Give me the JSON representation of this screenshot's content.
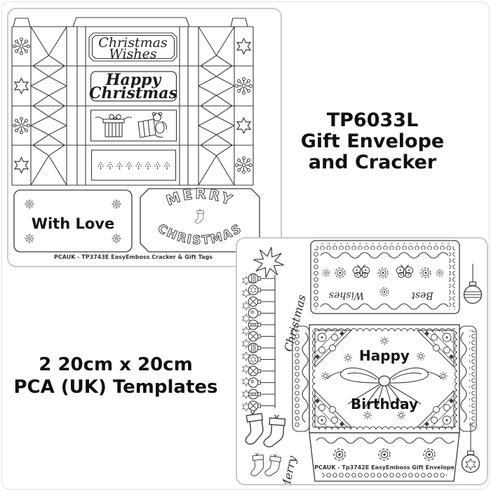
{
  "colors": {
    "background": "#ffffff",
    "line_art": "#3a3a3a",
    "card_border": "#c9c9c9",
    "text": "#101010"
  },
  "right_note": {
    "code": "TP6033L",
    "line1": "Gift Envelope",
    "line2": "and Cracker"
  },
  "left_note": {
    "line1": "2 20cm x 20cm",
    "line2": "PCA (UK) Templates"
  },
  "cracker": {
    "caption": "PCAUK - TP3743E EasyEmboss Cracker & Gift Tags",
    "panel_wishes": {
      "line1": "Christmas",
      "line2": "Wishes"
    },
    "panel_happy": {
      "line1": "Happy",
      "line2": "Christmas"
    },
    "panel_gifts_icon": "gift-boxes-and-teddy",
    "panel_trees_icon": "dotted-trees-row",
    "tag_with_love": {
      "text": "With Love"
    },
    "tag_merry_christmas": {
      "line1": "MERRY",
      "line2": "CHRISTMAS",
      "center_icon": "stocking"
    },
    "left_decorations": [
      "snowflake",
      "star",
      "snowflake",
      "star"
    ],
    "right_decorations": [
      "star",
      "snowflake",
      "star",
      "snowflake"
    ]
  },
  "envelope": {
    "caption": "PCAUK - Tp3742E EasyEmboss Gift Envelope",
    "flap": {
      "left_text": "Wishes",
      "right_text": "Best",
      "icons": [
        "butterflies",
        "rosettes"
      ]
    },
    "front": {
      "line1": "Happy",
      "line2": "Birthday",
      "center_icon": "ribbon-bow"
    },
    "vertical_text_top": "Christmas",
    "vertical_text_bottom": "Merry",
    "side_icons": [
      "eight-point-star",
      "stars-garland",
      "baubles-garland",
      "stockings",
      "striped-bauble",
      "star-bauble"
    ]
  }
}
